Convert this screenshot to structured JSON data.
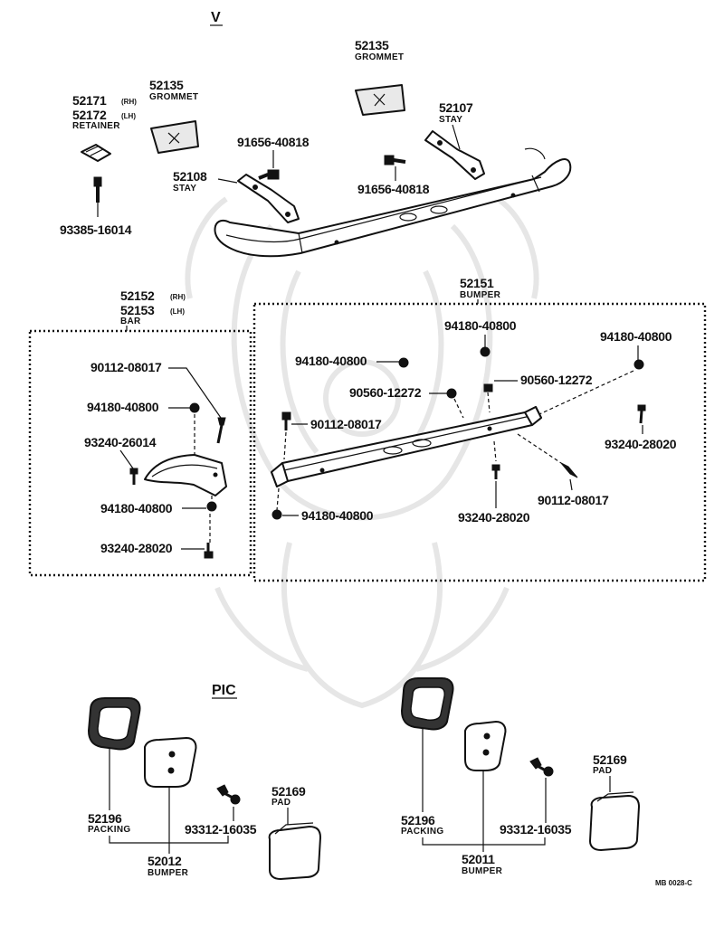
{
  "section_v": "V",
  "section_pic": "PIC",
  "footer_code": "MB 0028-C",
  "v_parts": {
    "grommet_a": {
      "num": "52135",
      "name": "GROMMET"
    },
    "grommet_b": {
      "num": "52135",
      "name": "GROMMET"
    },
    "retainer": {
      "num_rh": "52171",
      "tag_rh": "(RH)",
      "num_lh": "52172",
      "tag_lh": "(LH)",
      "name": "RETAINER"
    },
    "screw_retainer": "93385-16014",
    "stay_rh": {
      "num": "52107",
      "name": "STAY"
    },
    "stay_lh": {
      "num": "52108",
      "name": "STAY"
    },
    "bolt_a": "91656-40818",
    "bolt_b": "91656-40818"
  },
  "bar_group": {
    "num_rh": "52152",
    "tag_rh": "(RH)",
    "num_lh": "52153",
    "tag_lh": "(LH)",
    "name": "BAR",
    "bolt": "90112-08017",
    "nut_a": "94180-40800",
    "screw_a": "93240-26014",
    "nut_b": "94180-40800",
    "screw_b": "93240-28020"
  },
  "bumper_group": {
    "num": "52151",
    "name": "BUMPER",
    "nut_top": "94180-40800",
    "nut_right": "94180-40800",
    "nut_left": "94180-40800",
    "nut_mid": "90560-12272",
    "nut_mid_r": "90560-12272",
    "bolt_left": "90112-08017",
    "screw_right": "93240-28020",
    "bolt_right": "90112-08017",
    "screw_bottom": "93240-28020",
    "nut_bottom": "94180-40800"
  },
  "pic_left": {
    "packing": {
      "num": "52196",
      "name": "PACKING"
    },
    "bumper": {
      "num": "52012",
      "name": "BUMPER"
    },
    "screw": "93312-16035",
    "pad": {
      "num": "52169",
      "name": "PAD"
    }
  },
  "pic_right": {
    "packing": {
      "num": "52196",
      "name": "PACKING"
    },
    "bumper": {
      "num": "52011",
      "name": "BUMPER"
    },
    "screw": "93312-16035",
    "pad": {
      "num": "52169",
      "name": "PAD"
    }
  }
}
